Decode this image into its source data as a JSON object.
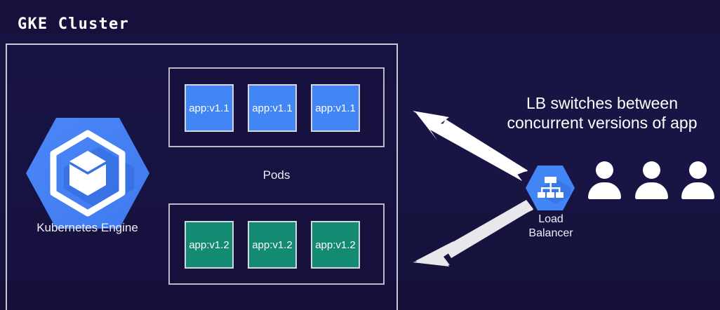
{
  "diagram": {
    "title": "GKE Cluster",
    "background_color": "#181342",
    "cluster": {
      "border_color": "#c9c9d6",
      "pods_label": "Pods",
      "pod_groups": [
        {
          "name": "pod-group-v11",
          "version": "v1.1",
          "color": "#4285f4",
          "pods": [
            {
              "label": "app:v1.1"
            },
            {
              "label": "app:v1.1"
            },
            {
              "label": "app:v1.1"
            }
          ]
        },
        {
          "name": "pod-group-v12",
          "version": "v1.2",
          "color": "#138a72",
          "pods": [
            {
              "label": "app:v1.2"
            },
            {
              "label": "app:v1.2"
            },
            {
              "label": "app:v1.2"
            }
          ]
        }
      ],
      "engine": {
        "icon": "kubernetes-engine-icon",
        "label": "Kubernetes Engine",
        "color": "#4285f4"
      }
    },
    "load_balancer": {
      "icon": "load-balancer-icon",
      "label_line1": "Load",
      "label_line2": "Balancer",
      "color": "#4285f4"
    },
    "callout": {
      "line1": "LB switches between",
      "line2": "concurrent versions of app"
    },
    "users": {
      "icon": "user-icon",
      "count": 3,
      "color": "#ffffff"
    },
    "arrows": [
      {
        "name": "arrow-to-v11-pods",
        "direction": "up-left",
        "color": "#ffffff"
      },
      {
        "name": "arrow-to-v12-pods",
        "direction": "down-left",
        "color": "#e6e6ea"
      }
    ]
  }
}
